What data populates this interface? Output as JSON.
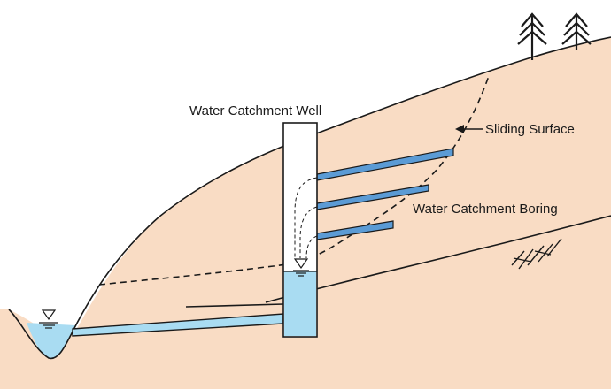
{
  "labels": {
    "well": "Water Catchment Well",
    "sliding_surface": "Sliding Surface",
    "boring": "Water Catchment Boring"
  },
  "colors": {
    "soil": "#f9dcc4",
    "water": "#a9dcf2",
    "pipe": "#5b9bd5",
    "outline": "#1a1a1a",
    "well_fill": "#ffffff"
  },
  "icons": [
    "water-level-icon",
    "tree-icon",
    "rock-hatch-icon"
  ]
}
